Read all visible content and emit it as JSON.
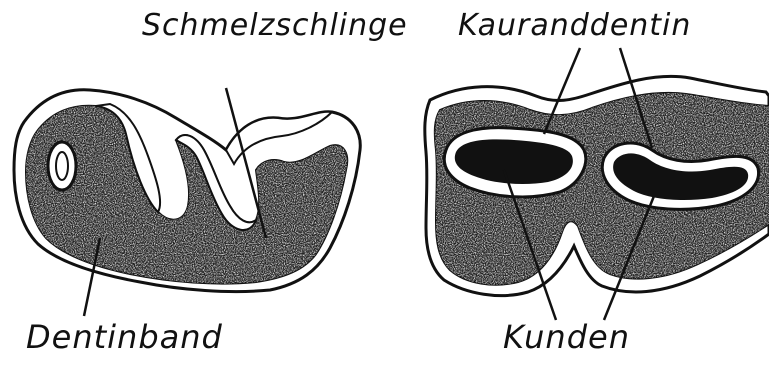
{
  "labels": {
    "schmelzschlinge": "Schmelzschlinge",
    "kauranddentin": "Kauranddentin",
    "dentinband": "Dentinband",
    "kunden": "Kunden"
  },
  "colors": {
    "ink": "#111111",
    "dentin": "#1e1e1e",
    "enamel": "#ffffff",
    "background": "#ffffff"
  }
}
